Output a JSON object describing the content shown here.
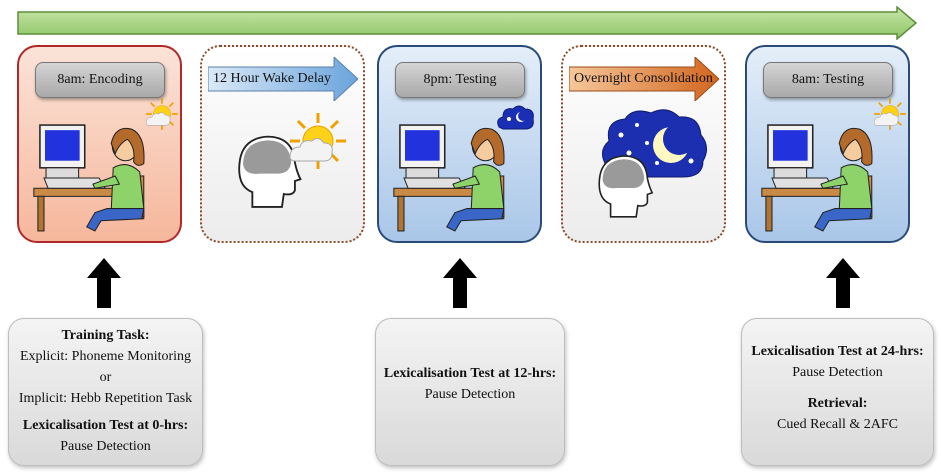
{
  "timeline": {
    "color": "#6fb34a"
  },
  "panels": [
    {
      "label": "8am: Encoding"
    },
    {
      "label": "12 Hour Wake Delay"
    },
    {
      "label": "8pm: Testing"
    },
    {
      "label": "Overnight Consolidation"
    },
    {
      "label": "8am: Testing"
    }
  ],
  "boxes": [
    {
      "heading1": "Training Task:",
      "line1": "Explicit: Phoneme Monitoring",
      "line2": "or",
      "line3": "Implicit: Hebb Repetition Task",
      "heading2": "Lexicalisation Test at 0-hrs:",
      "line4": "Pause Detection"
    },
    {
      "heading1": "Lexicalisation Test at 12-hrs:",
      "line1": "Pause Detection"
    },
    {
      "heading1": "Lexicalisation Test at 24-hrs:",
      "line1": "Pause Detection",
      "heading2": "Retrieval:",
      "line2": "Cued Recall & 2AFC"
    }
  ]
}
